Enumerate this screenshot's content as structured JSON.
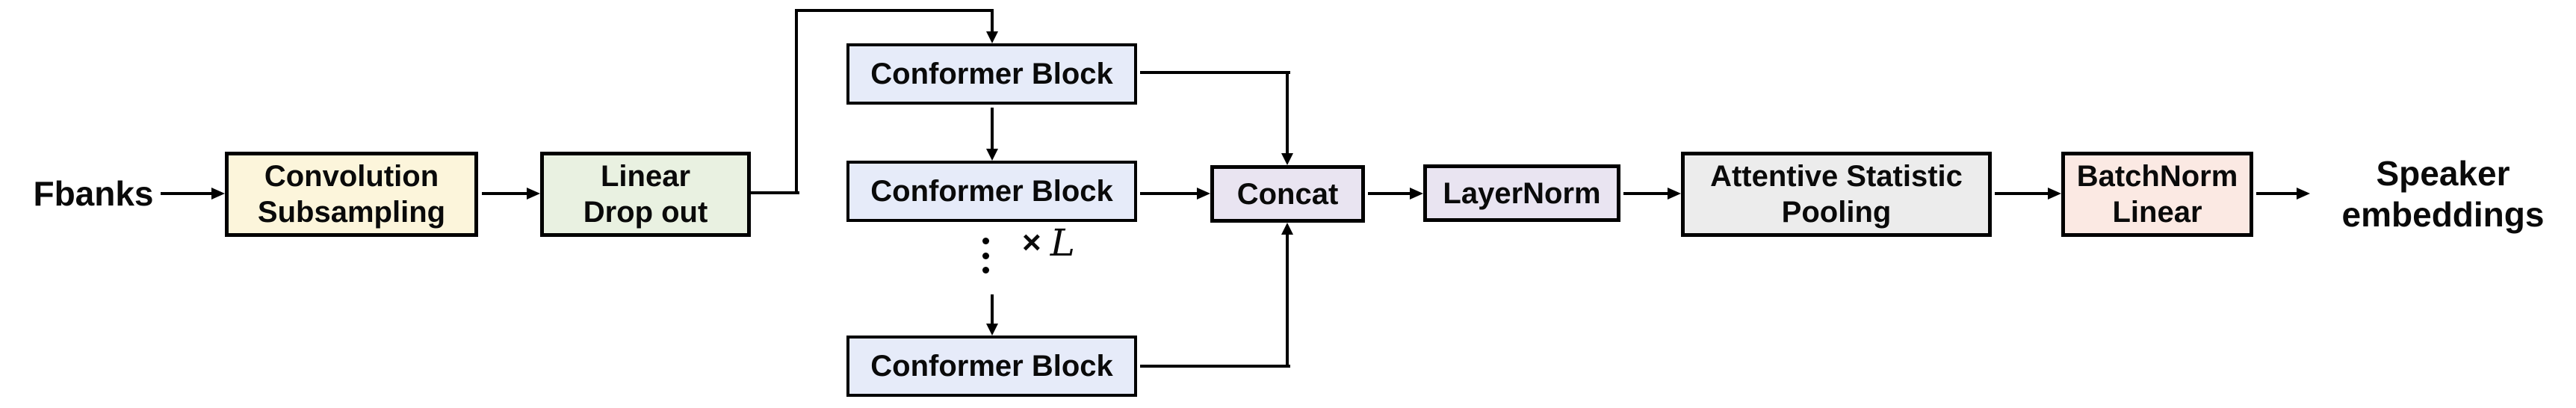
{
  "diagram": {
    "input_label": "Fbanks",
    "output_label": "Speaker\nembeddings",
    "nodes": {
      "conv": {
        "label": "Convolution\nSubsampling",
        "fill": "#FCF5DB"
      },
      "linear": {
        "label": "Linear\nDrop out",
        "fill": "#E9F1E1"
      },
      "conformer1": {
        "label": "Conformer Block",
        "fill": "#E6EBF9"
      },
      "conformer2": {
        "label": "Conformer Block",
        "fill": "#E6EBF9"
      },
      "conformer3": {
        "label": "Conformer Block",
        "fill": "#E6EBF9"
      },
      "concat": {
        "label": "Concat",
        "fill": "#E9E4F1"
      },
      "layernorm": {
        "label": "LayerNorm",
        "fill": "#E9E4F1"
      },
      "asp": {
        "label": "Attentive Statistic\nPooling",
        "fill": "#ECECEC"
      },
      "batchnorm": {
        "label": "BatchNorm\nLinear",
        "fill": "#FBE9E3"
      }
    },
    "repeat": {
      "times_symbol": "×",
      "variable": "L",
      "ellipsis": "⋮"
    },
    "line_color": "#000000"
  }
}
